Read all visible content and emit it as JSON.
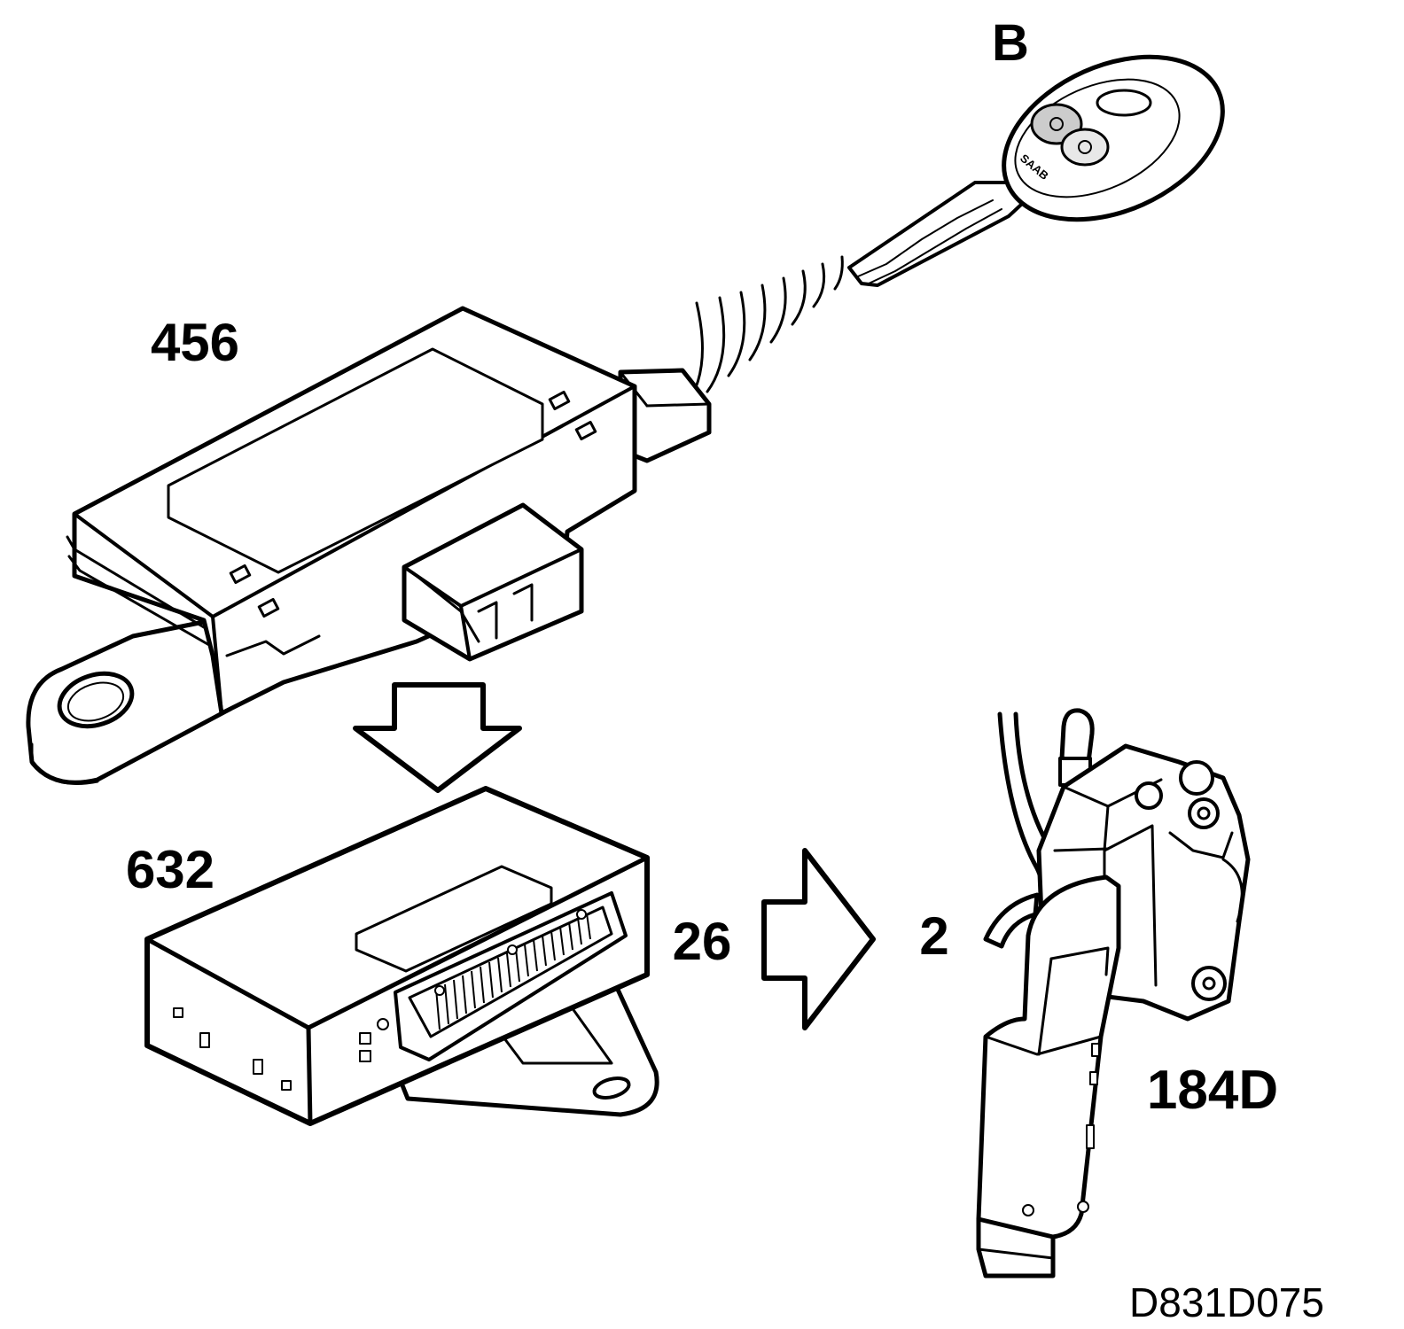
{
  "labels": {
    "key": "B",
    "receiver": "456",
    "module": "632",
    "connector_pins": "26",
    "lock_pin": "2",
    "lock": "184D"
  },
  "reference_code": "D831D075",
  "key_brand": "SAAB",
  "colors": {
    "ink": "#000000",
    "paper": "#ffffff",
    "button_shade": "#cccccc"
  }
}
